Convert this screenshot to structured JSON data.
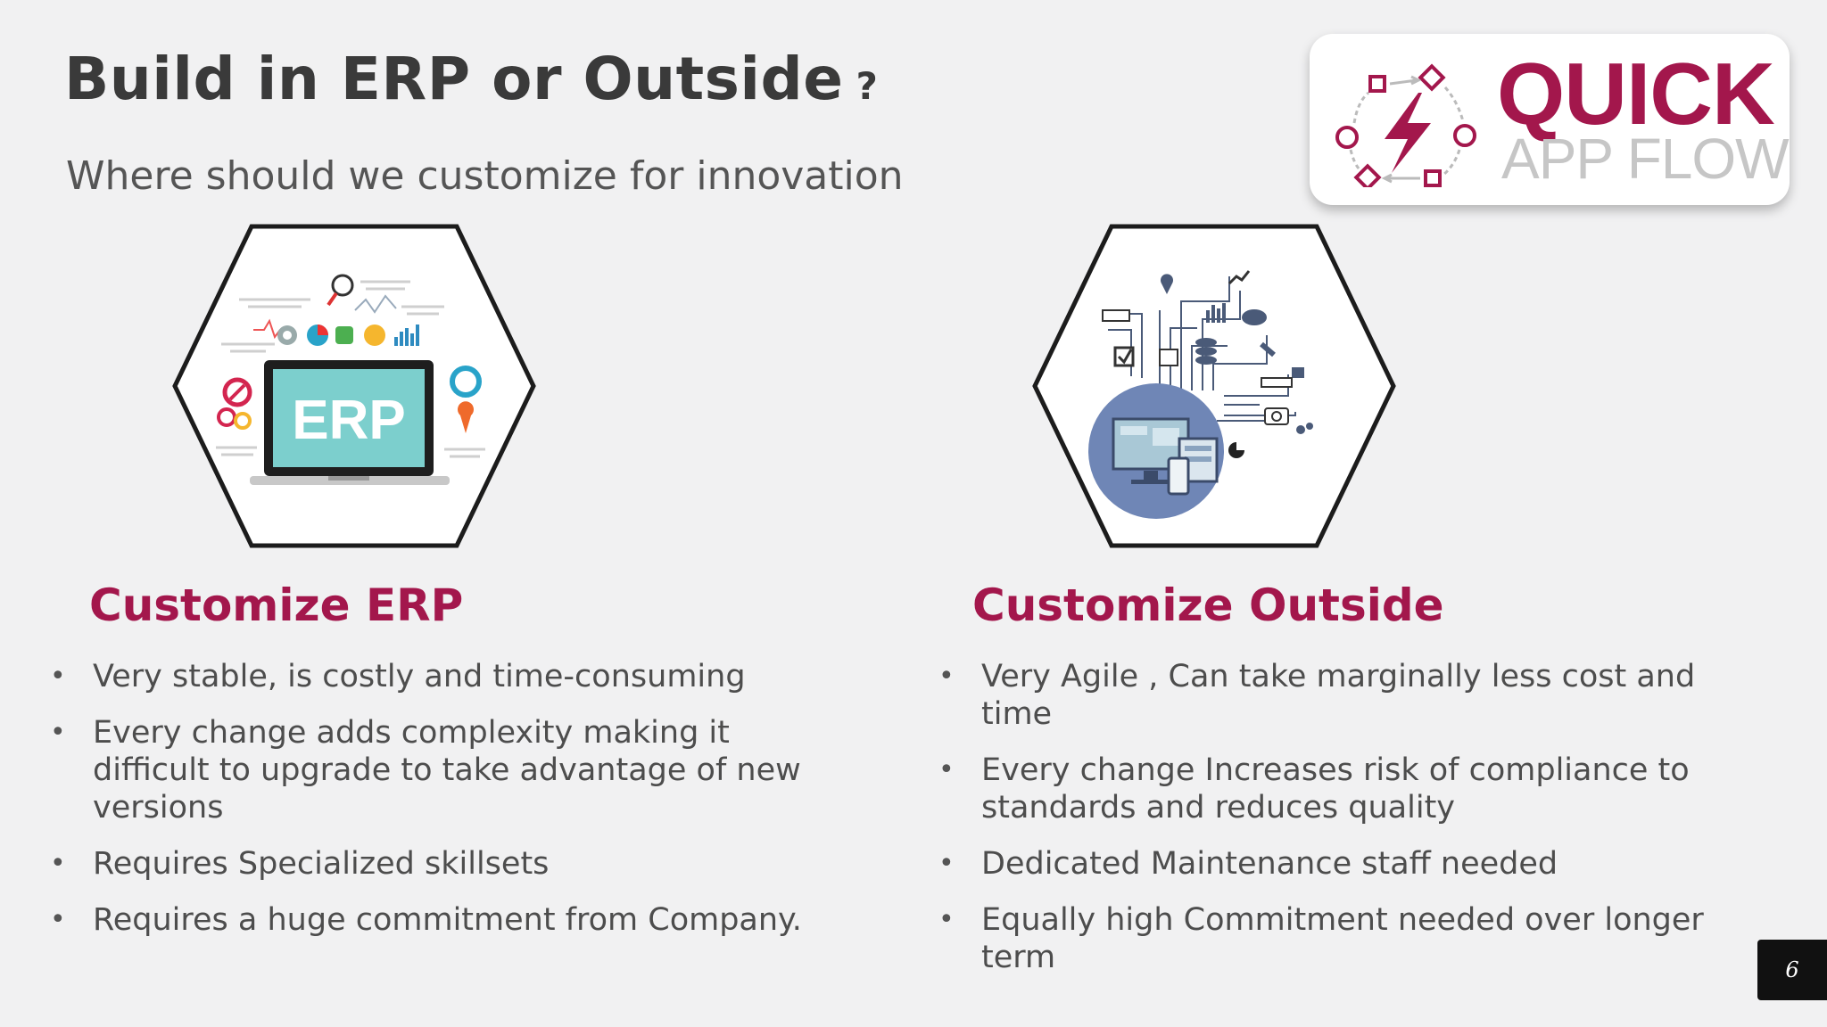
{
  "slide": {
    "title": "Build in ERP or Outside",
    "title_mark": "?",
    "subtitle": "Where should we customize for innovation",
    "page_number": "6"
  },
  "logo": {
    "line1": "QUICK",
    "line2": "APP FLOW"
  },
  "left": {
    "image_label": "ERP",
    "heading": "Customize ERP",
    "bullets": [
      "Very stable, is costly and time-consuming",
      "Every change adds complexity making it difficult to upgrade to take advantage of new versions",
      "Requires Specialized skillsets",
      "Requires a huge commitment from Company."
    ]
  },
  "right": {
    "heading": "Customize Outside",
    "bullets": [
      "Very Agile , Can take marginally less cost and time",
      "Every change Increases risk of compliance to standards and reduces quality",
      "Dedicated Maintenance staff needed",
      "Equally high Commitment needed over longer term"
    ]
  },
  "colors": {
    "accent": "#a3174c",
    "title": "#3a3a3a",
    "background": "#f1f1f2"
  }
}
